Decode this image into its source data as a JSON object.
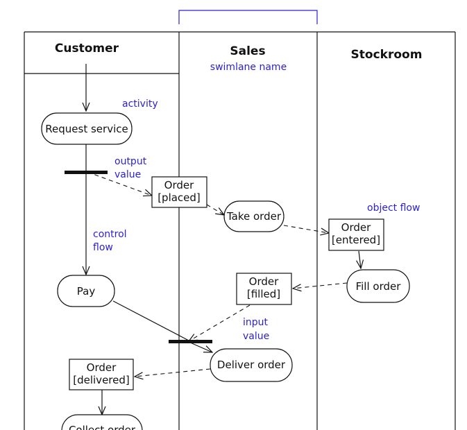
{
  "lanes": {
    "customer": "Customer",
    "sales": "Sales",
    "stockroom": "Stockroom"
  },
  "activities": {
    "request_service": "Request service",
    "pay": "Pay",
    "take_order": "Take order",
    "deliver_order": "Deliver order",
    "fill_order": "Fill order",
    "collect_order": "Collect order"
  },
  "objects": {
    "order_placed": {
      "line1": "Order",
      "line2": "[placed]"
    },
    "order_entered": {
      "line1": "Order",
      "line2": "[entered]"
    },
    "order_filled": {
      "line1": "Order",
      "line2": "[filled]"
    },
    "order_delivered": {
      "line1": "Order",
      "line2": "[delivered]"
    }
  },
  "annotations": {
    "swimlane_name": "swimlane name",
    "activity": "activity",
    "output_value_1": "output",
    "output_value_2": "value",
    "control_flow_1": "control",
    "control_flow_2": "flow",
    "object_flow": "object flow",
    "input_value_1": "input",
    "input_value_2": "value"
  },
  "colors": {
    "annotation": "#2a1fd6",
    "line": "#111111"
  }
}
